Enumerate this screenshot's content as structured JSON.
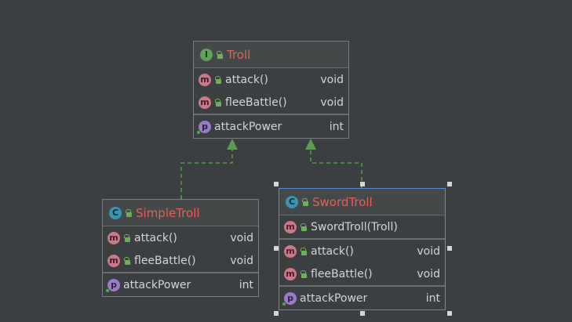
{
  "colors": {
    "background": "#3c3f41",
    "class_name": "#e0625a",
    "arrow": "#5d9b52",
    "selection": "#5a88d6"
  },
  "troll": {
    "kind": "I",
    "name": "Troll",
    "methods": [
      {
        "badge": "m",
        "name": "attack()",
        "type": "void"
      },
      {
        "badge": "m",
        "name": "fleeBattle()",
        "type": "void"
      }
    ],
    "fields": [
      {
        "badge": "p",
        "name": "attackPower",
        "type": "int"
      }
    ]
  },
  "simple_troll": {
    "kind": "C",
    "name": "SimpleTroll",
    "methods": [
      {
        "badge": "m",
        "name": "attack()",
        "type": "void"
      },
      {
        "badge": "m",
        "name": "fleeBattle()",
        "type": "void"
      }
    ],
    "fields": [
      {
        "badge": "p",
        "name": "attackPower",
        "type": "int"
      }
    ]
  },
  "sword_troll": {
    "kind": "C",
    "name": "SwordTroll",
    "constructors": [
      {
        "badge": "m",
        "name": "SwordTroll(Troll)"
      }
    ],
    "methods": [
      {
        "badge": "m",
        "name": "attack()",
        "type": "void"
      },
      {
        "badge": "m",
        "name": "fleeBattle()",
        "type": "void"
      }
    ],
    "fields": [
      {
        "badge": "p",
        "name": "attackPower",
        "type": "int"
      }
    ]
  }
}
